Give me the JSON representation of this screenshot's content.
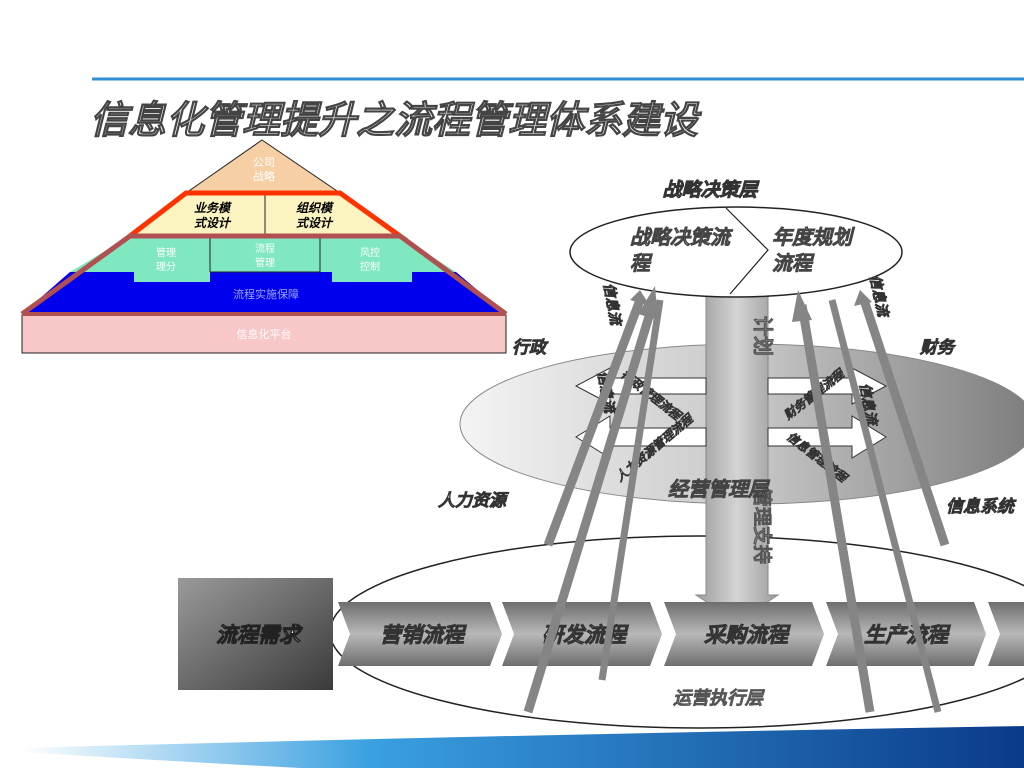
{
  "title": "信息化管理提升之流程管理体系建设",
  "pyramid": {
    "top": [
      "公司",
      "战略"
    ],
    "row2_left": [
      "业务模",
      "式设计"
    ],
    "row2_right": [
      "组织模",
      "式设计"
    ],
    "row3_left": [
      "管理",
      "理分"
    ],
    "row3_center": [
      "流程",
      "管理"
    ],
    "row3_right": [
      "风控",
      "控制"
    ],
    "row4": "流程实施保障",
    "base": "信息化平台"
  },
  "layers": {
    "strategy_title": "战略决策层",
    "strategy_left": [
      "战略决策流",
      "程"
    ],
    "strategy_right": [
      "年度规划",
      "流程"
    ],
    "management_title": "经营管理层",
    "execution_title": "运营执行层"
  },
  "side_labels": {
    "admin": "行政",
    "finance": "财务",
    "hr": "人力资源",
    "it_system": "信息系统"
  },
  "info_flows": [
    "信息流",
    "信息流",
    "信息流",
    "信息流"
  ],
  "center_arrows": {
    "plan": "计划",
    "support": "管理支持"
  },
  "mgmt_arrows": [
    "行政管理流程",
    "财务管理流程",
    "人力资源管理流程",
    "信息管理流程"
  ],
  "process_chain": {
    "start": "流程需求",
    "steps": [
      "营销流程",
      "研发流程",
      "采购流程",
      "生产流程"
    ]
  },
  "colors": {
    "title_line": "#2f8fd8",
    "pyramid_top": "#f7cfa4",
    "pyramid_row2": "#fbf3c0",
    "pyramid_row3": "#7fe8c0",
    "pyramid_row4": "#0000ee",
    "pyramid_base": "#f8c8c8",
    "red_outline": "#ff3300",
    "gray_arrow": "#808080"
  }
}
